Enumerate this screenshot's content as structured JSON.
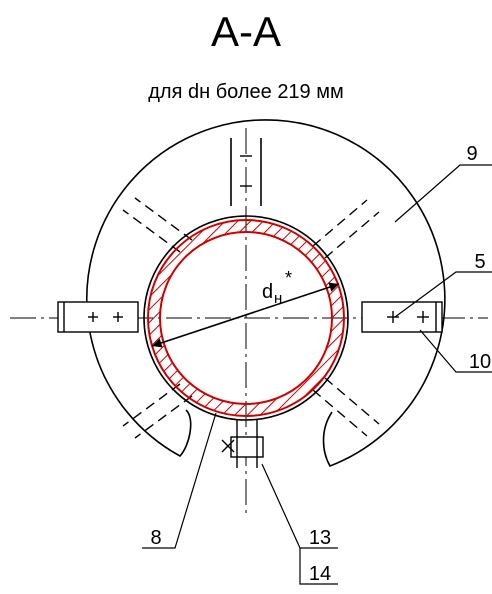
{
  "drawing": {
    "title": "А-А",
    "subtitle": "для dн более 219 мм",
    "diameter_symbol": "d",
    "diameter_subscript": "н",
    "diameter_star": "*",
    "callouts": [
      {
        "id": "9",
        "text": "9"
      },
      {
        "id": "5",
        "text": "5"
      },
      {
        "id": "10",
        "text": "10"
      },
      {
        "id": "8",
        "text": "8"
      },
      {
        "id": "13",
        "text": "13"
      },
      {
        "id": "14",
        "text": "14"
      }
    ],
    "colors": {
      "line": "#000000",
      "pipe": "#d00000",
      "background": "#ffffff"
    }
  }
}
